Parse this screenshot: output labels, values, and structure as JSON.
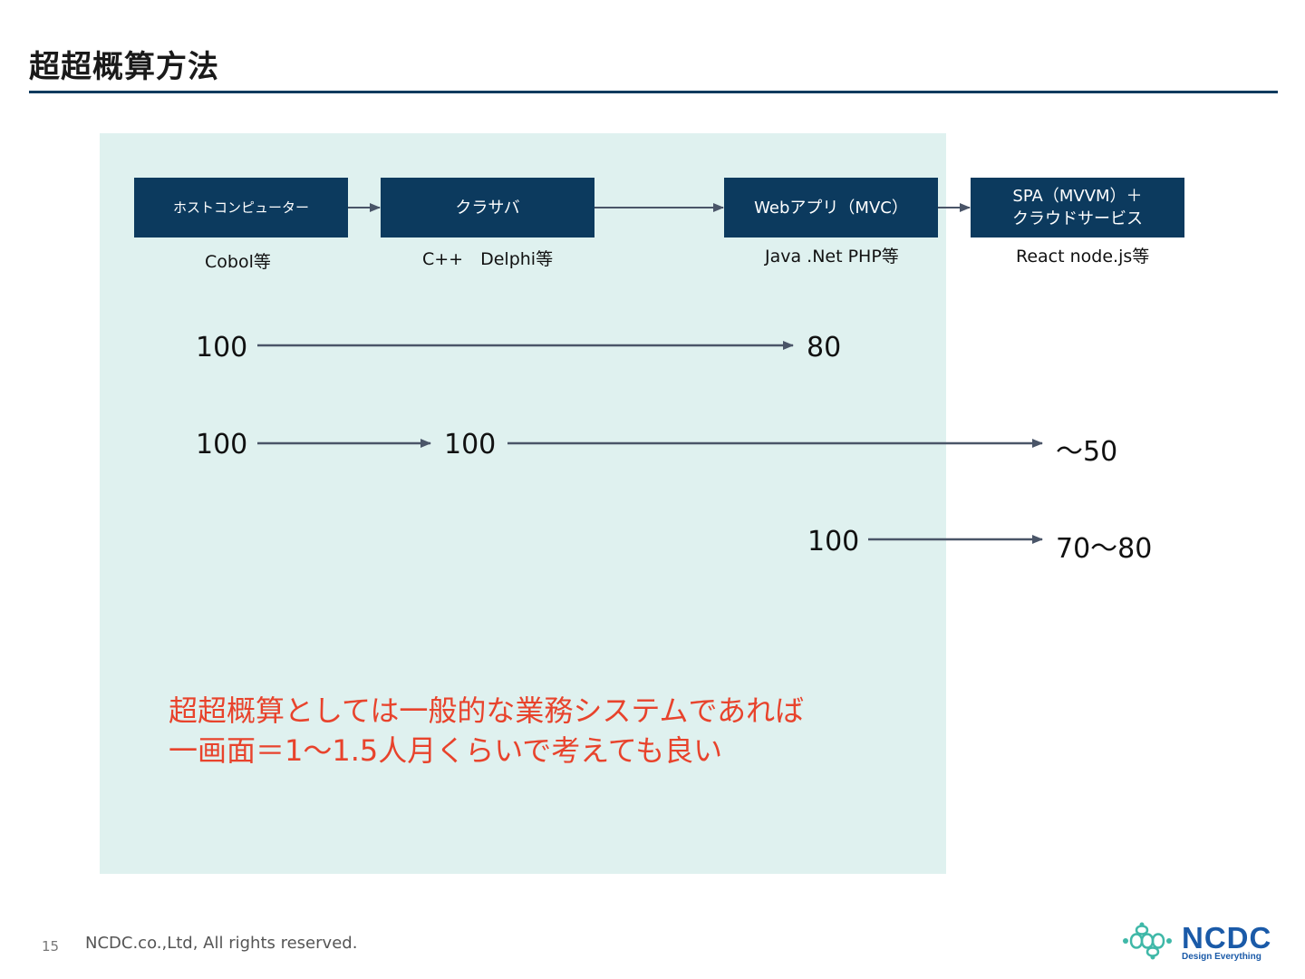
{
  "slide": {
    "title": "超超概算方法"
  },
  "eras": [
    {
      "label": "ホストコンピューター",
      "tech": "Cobol等"
    },
    {
      "label": "クラサバ",
      "tech": "C++　Delphi等"
    },
    {
      "label": "Webアプリ（MVC）",
      "tech": "Java .Net PHP等"
    },
    {
      "label_line1": "SPA（MVVM）＋",
      "label_line2": "クラウドサービス",
      "tech": "React node.js等"
    }
  ],
  "comparisons": [
    {
      "from": "100",
      "to": "80"
    },
    {
      "from": "100",
      "mid": "100",
      "to": "〜50"
    },
    {
      "from": "100",
      "to": "70〜80"
    }
  ],
  "note": {
    "line1": "超超概算としては一般的な業務システムであれば",
    "line2": "一画面＝1〜1.5人月くらいで考えても良い"
  },
  "footer": {
    "page_number": "15",
    "copyright": "NCDC.co.,Ltd, All rights reserved.",
    "logo_text": "NCDC",
    "logo_tagline": "Design Everything"
  },
  "colors": {
    "navy": "#0c3a5e",
    "panel": "#dff1ef",
    "accent_red": "#e8432c",
    "arrow": "#4a5568"
  }
}
